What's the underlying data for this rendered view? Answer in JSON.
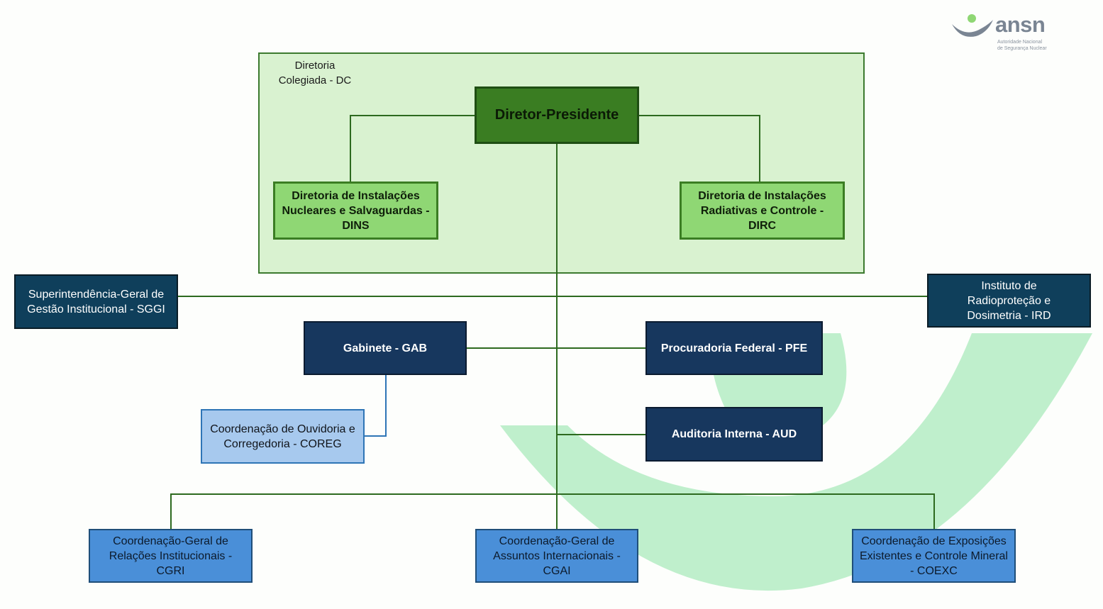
{
  "logo": {
    "name": "ansn",
    "subtitle_line1": "Autoridade Nacional",
    "subtitle_line2": "de Segurança Nuclear"
  },
  "colors": {
    "panel_green": "#d9f2d0",
    "director_green": "#3a7d22",
    "directorate_green": "#8fd774",
    "superintendence_teal": "#0f3f5b",
    "office_navy": "#17375e",
    "coordination_light_blue": "#a7c9ee",
    "coordination_blue": "#4a8fd8",
    "connector_line": "#2d6a1f",
    "watermark_green": "#bfefcc"
  },
  "diagram": {
    "collegiate_board_label": "Diretoria Colegiada - DC",
    "director_president": "Diretor-Presidente",
    "dins": "Diretoria de Instalações Nucleares e Salvaguardas - DINS",
    "dirc": "Diretoria de Instalações Radiativas e Controle - DIRC",
    "sggi": "Superintendência-Geral de Gestão Institucional - SGGI",
    "ird": "Instituto de Radioproteção e Dosimetria - IRD",
    "gab": "Gabinete - GAB",
    "pfe": "Procuradoria Federal - PFE",
    "coreg": "Coordenação de Ouvidoria e Corregedoria - COREG",
    "aud": "Auditoria Interna - AUD",
    "cgri": "Coordenação-Geral de Relações Institucionais - CGRI",
    "cgai": "Coordenação-Geral de Assuntos Internacionais - CGAI",
    "coexc": "Coordenação de Exposições Existentes e Controle Mineral - COEXC"
  }
}
